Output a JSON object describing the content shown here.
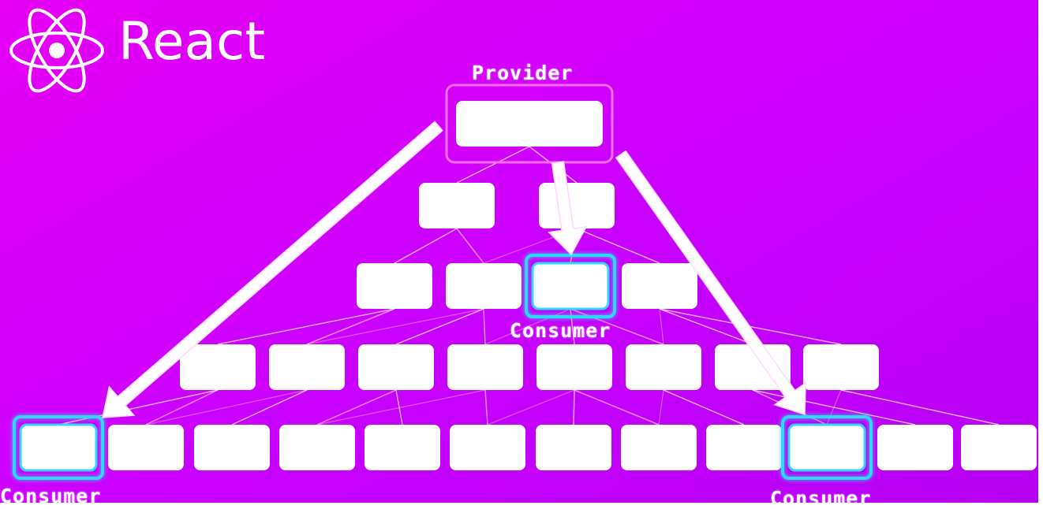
{
  "brand": {
    "logo": "react-logo",
    "name": "React"
  },
  "labels": {
    "provider": "Provider",
    "consumer_mid": "Consumer",
    "consumer_left": "Consumer",
    "consumer_right": "Consumer"
  },
  "colors": {
    "background_start": "#e600f5",
    "background_end": "#b600f2",
    "node_fill": "#ffffff",
    "consumer_highlight": "#2fd8ff",
    "provider_outline": "#ff6ee8"
  },
  "tree": {
    "levels": [
      {
        "level": 0,
        "nodes": 1,
        "provider_index": 0
      },
      {
        "level": 1,
        "nodes": 2
      },
      {
        "level": 2,
        "nodes": 4,
        "consumer_index": 2
      },
      {
        "level": 3,
        "nodes": 8
      },
      {
        "level": 4,
        "nodes": 12,
        "consumer_indices": [
          0,
          9
        ]
      }
    ],
    "arrows": [
      "provider-to-consumer-left",
      "provider-to-consumer-mid",
      "provider-to-consumer-right"
    ]
  }
}
